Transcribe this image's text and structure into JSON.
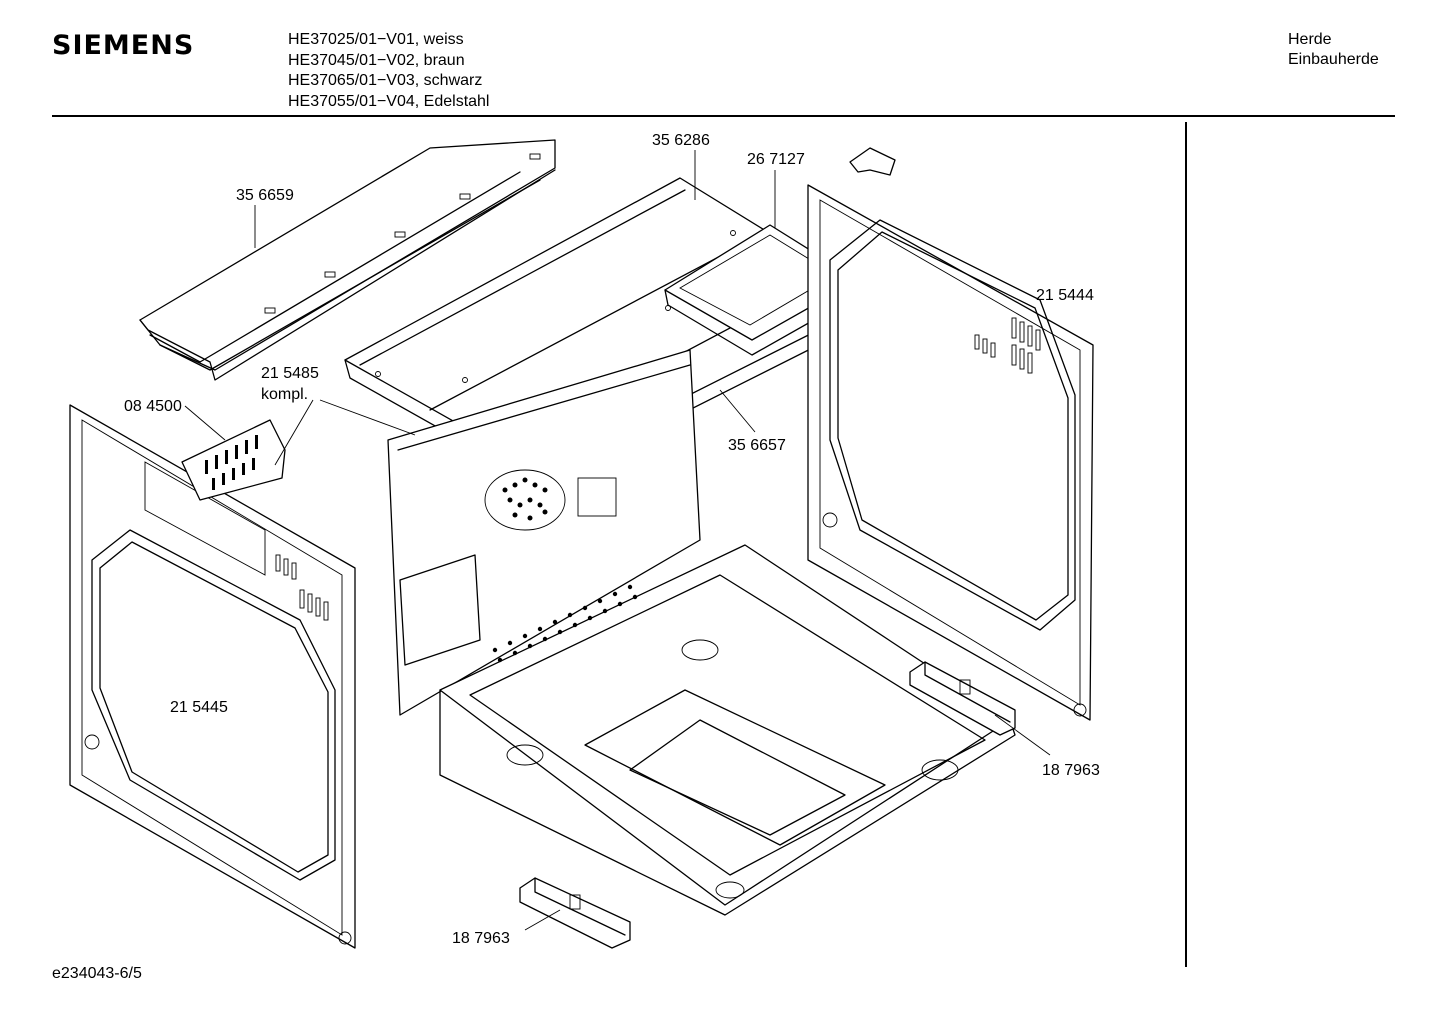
{
  "header": {
    "brand": "SIEMENS",
    "models": [
      "HE37025/01−V01, weiss",
      "HE37045/01−V02, braun",
      "HE37065/01−V03, schwarz",
      "HE37055/01−V04, Edelstahl"
    ],
    "category_line1": "Herde",
    "category_line2": "Einbauherde"
  },
  "parts": {
    "p356659": "35 6659",
    "p356286": "35 6286",
    "p267127": "26 7127",
    "p215444": "21 5444",
    "p215485": "21 5485",
    "p215485_note": "kompl.",
    "p084500": "08 4500",
    "p356657": "35 6657",
    "p215445": "21 5445",
    "p187963_right": "18 7963",
    "p187963_bottom": "18 7963"
  },
  "footer": {
    "code": "e234043-6/5"
  }
}
